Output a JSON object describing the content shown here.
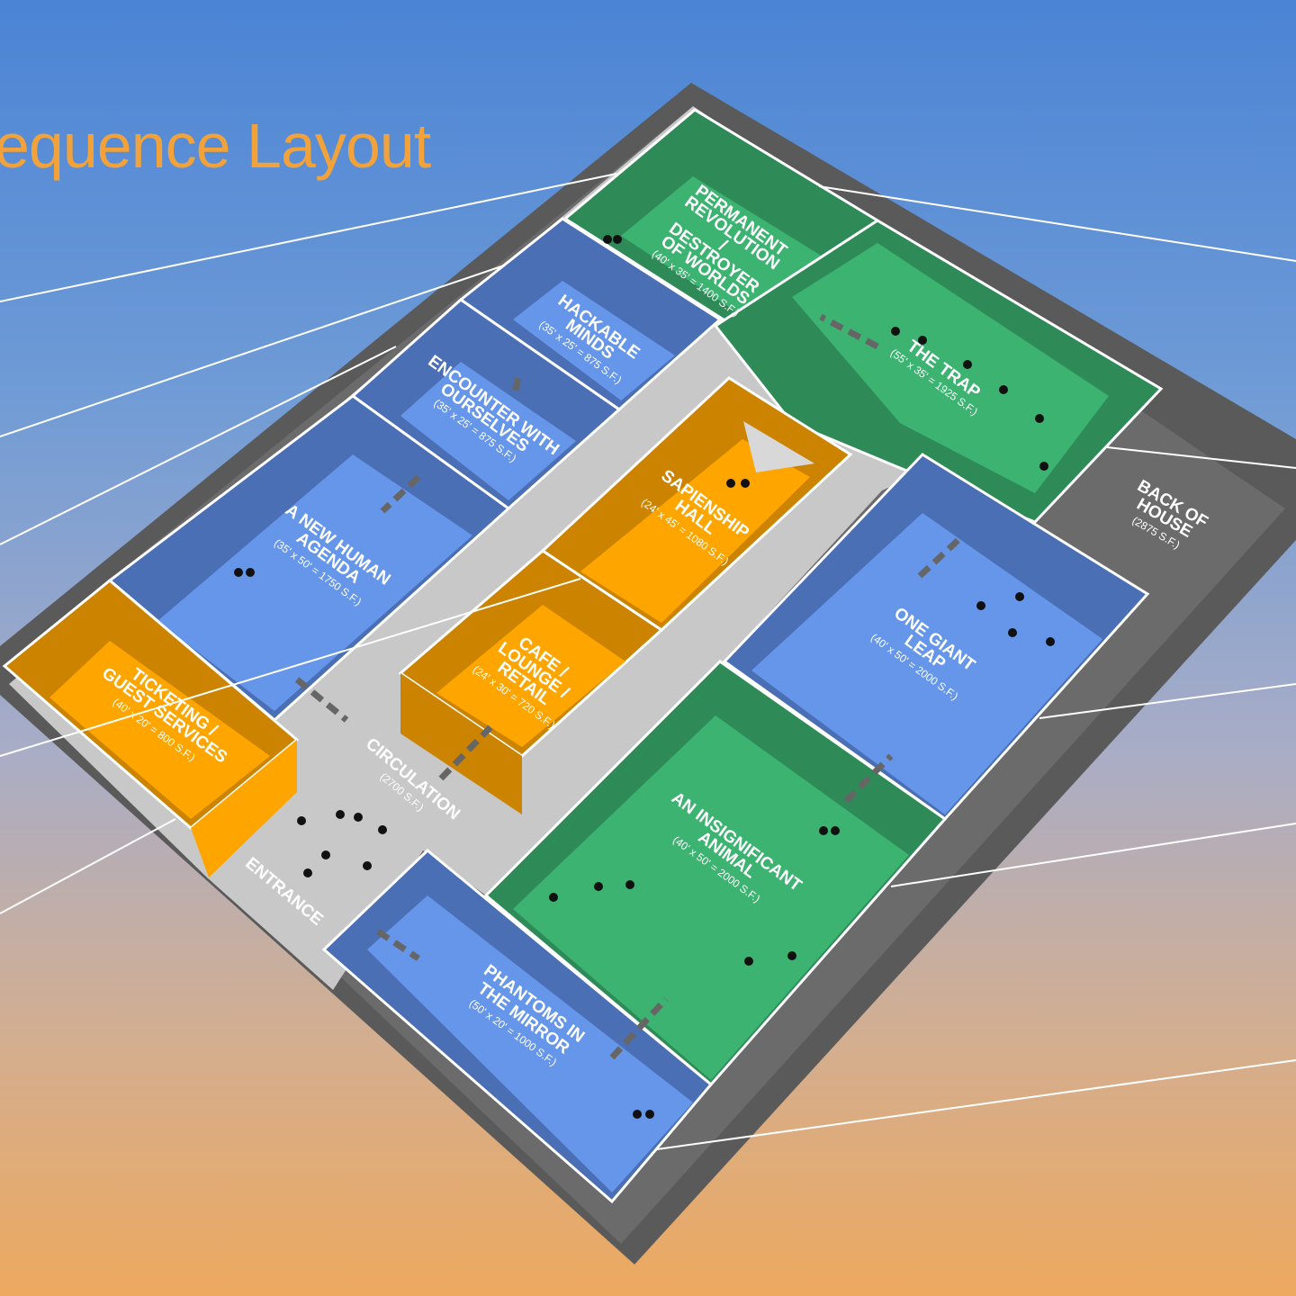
{
  "title": "equence Layout",
  "colors": {
    "green_wall": "#2e8b57",
    "green_floor": "#3cb371",
    "blue_wall": "#4a6fb5",
    "blue_floor": "#6596ea",
    "orange_wall": "#cc8400",
    "orange_floor": "#ffa500",
    "circulation": "#c8c8c8",
    "back_of_house": "#6b6b6b",
    "title": "#f2a23a"
  },
  "rooms": {
    "permanent_revolution": {
      "lines": [
        "PERMANENT",
        "REVOLUTION",
        "/",
        "DESTROYER",
        "OF WORLDS"
      ],
      "dims": "(40' x 35' = 1400 S.F.)"
    },
    "hackable_minds": {
      "lines": [
        "HACKABLE",
        "MINDS"
      ],
      "dims": "(35' x 25' = 875 S.F.)"
    },
    "encounter": {
      "lines": [
        "ENCOUNTER WITH",
        "OURSELVES"
      ],
      "dims": "(35' x 25' = 875 S.F.)"
    },
    "new_human_agenda": {
      "lines": [
        "A NEW HUMAN",
        "AGENDA"
      ],
      "dims": "(35' x 50' = 1750 S.F.)"
    },
    "the_trap": {
      "lines": [
        "THE TRAP"
      ],
      "dims": "(55' x 35' = 1925 S.F.)"
    },
    "sapienship_hall": {
      "lines": [
        "SAPIENSHIP",
        "HALL"
      ],
      "dims": "(24' x 45' = 1080 S.F.)"
    },
    "cafe": {
      "lines": [
        "CAFE /",
        "LOUNGE /",
        "RETAIL"
      ],
      "dims": "(24' x 30' = 720 S.F.)"
    },
    "ticketing": {
      "lines": [
        "TICKETING /",
        "GUEST SERVICES"
      ],
      "dims": "(40' x 20' = 800 S.F.)"
    },
    "back_of_house": {
      "lines": [
        "BACK OF",
        "HOUSE"
      ],
      "dims": "(2875 S.F.)"
    },
    "one_giant_leap": {
      "lines": [
        "ONE GIANT",
        "LEAP"
      ],
      "dims": "(40' x 50' = 2000 S.F.)"
    },
    "insignificant_animal": {
      "lines": [
        "AN INSIGNIFICANT",
        "ANIMAL"
      ],
      "dims": "(40' x 50' = 2000 S.F.)"
    },
    "phantoms": {
      "lines": [
        "PHANTOMS IN",
        "THE MIRROR"
      ],
      "dims": "(50' x 20' = 1000 S.F.)"
    },
    "circulation": {
      "lines": [
        "CIRCULATION"
      ],
      "dims": "(2700 S.F.)"
    },
    "entrance": {
      "lines": [
        "ENTRANCE"
      ]
    }
  }
}
